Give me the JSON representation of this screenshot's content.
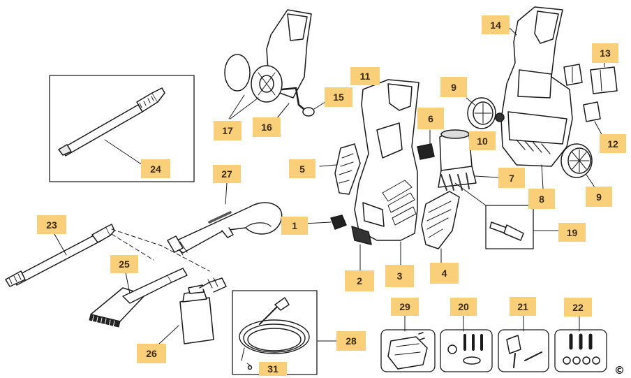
{
  "callouts": [
    {
      "id": "1",
      "label": "1"
    },
    {
      "id": "2",
      "label": "2"
    },
    {
      "id": "3",
      "label": "3"
    },
    {
      "id": "4",
      "label": "4"
    },
    {
      "id": "5",
      "label": "5"
    },
    {
      "id": "6",
      "label": "6"
    },
    {
      "id": "7",
      "label": "7"
    },
    {
      "id": "8",
      "label": "8"
    },
    {
      "id": "9a",
      "label": "9"
    },
    {
      "id": "9b",
      "label": "9"
    },
    {
      "id": "10",
      "label": "10"
    },
    {
      "id": "11",
      "label": "11"
    },
    {
      "id": "12",
      "label": "12"
    },
    {
      "id": "13",
      "label": "13"
    },
    {
      "id": "14",
      "label": "14"
    },
    {
      "id": "15",
      "label": "15"
    },
    {
      "id": "16",
      "label": "16"
    },
    {
      "id": "17",
      "label": "17"
    },
    {
      "id": "19",
      "label": "19"
    },
    {
      "id": "20",
      "label": "20"
    },
    {
      "id": "21",
      "label": "21"
    },
    {
      "id": "22",
      "label": "22"
    },
    {
      "id": "23",
      "label": "23"
    },
    {
      "id": "24",
      "label": "24"
    },
    {
      "id": "25",
      "label": "25"
    },
    {
      "id": "26",
      "label": "26"
    },
    {
      "id": "27",
      "label": "27"
    },
    {
      "id": "28",
      "label": "28"
    },
    {
      "id": "29",
      "label": "29"
    },
    {
      "id": "31",
      "label": "31"
    }
  ],
  "copyright": "©",
  "colors": {
    "callout_fill": "#f9cf7a",
    "line": "#1a1a1a"
  }
}
